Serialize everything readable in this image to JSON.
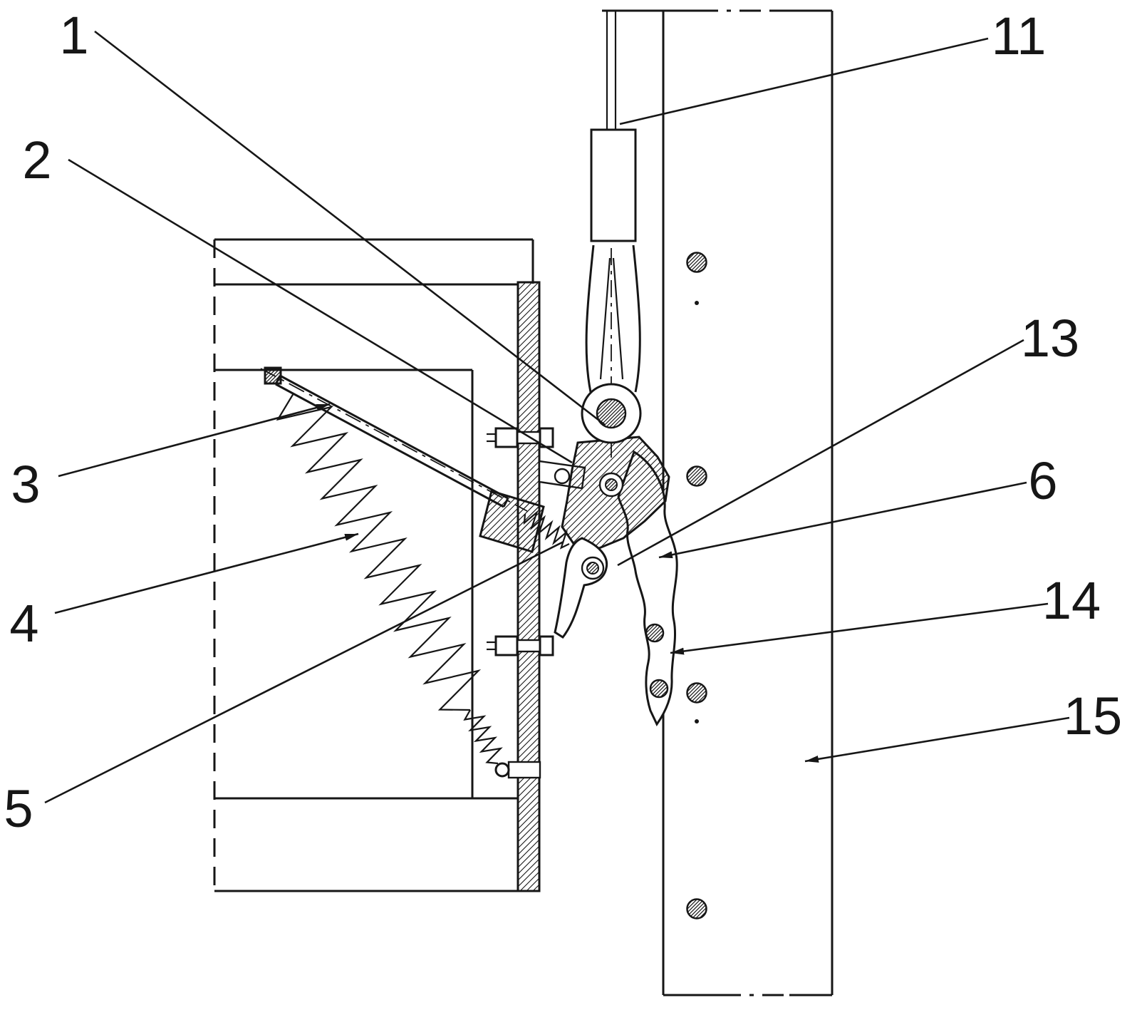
{
  "figure": {
    "colors": {
      "ink": "#161616",
      "paper": "#ffffff"
    },
    "callouts": {
      "c1": {
        "label": "1"
      },
      "c2": {
        "label": "2"
      },
      "c3": {
        "label": "3"
      },
      "c4": {
        "label": "4"
      },
      "c5": {
        "label": "5"
      },
      "c6": {
        "label": "6"
      },
      "c11": {
        "label": "11"
      },
      "c13": {
        "label": "13"
      },
      "c14": {
        "label": "14"
      },
      "c15": {
        "label": "15"
      }
    }
  }
}
